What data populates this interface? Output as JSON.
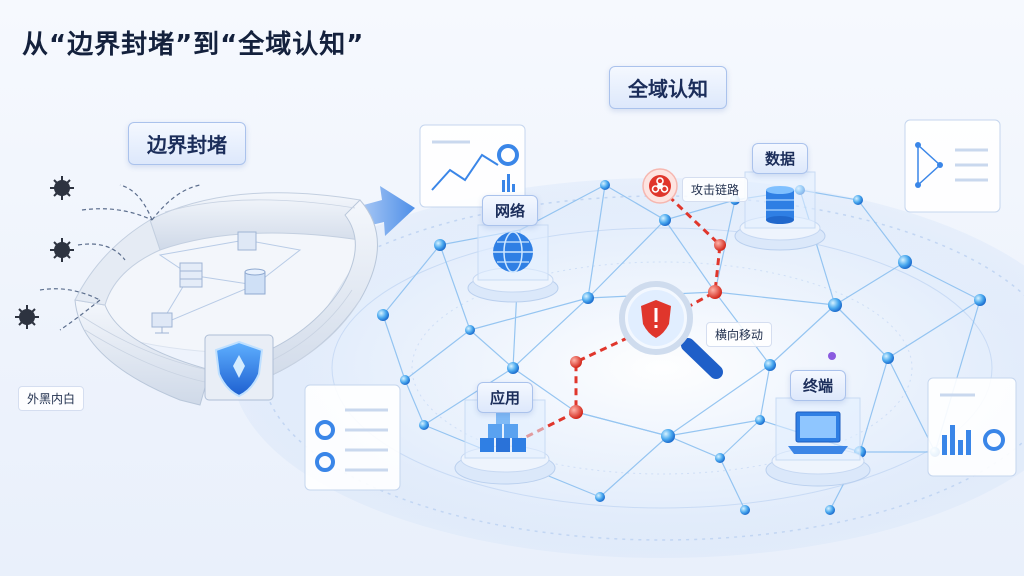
{
  "title": "从“边界封堵”到“全域认知”",
  "left_section": {
    "label": "边界封堵",
    "note": "外黑内白"
  },
  "right_section": {
    "label": "全域认知"
  },
  "nodes": {
    "network": "网络",
    "data": "数据",
    "application": "应用",
    "terminal": "终端"
  },
  "annotations": {
    "attack_chain": "攻击链路",
    "lateral_movement": "横向移动"
  },
  "colors": {
    "primary": "#2a6fe0",
    "accent_red": "#e0362c",
    "text_dark": "#14213d",
    "line_blue": "#7fb4ee"
  },
  "icons": {
    "shield": "shield-icon",
    "virus": "virus-icon",
    "biohazard": "biohazard-icon",
    "globe": "globe-icon",
    "database": "database-icon",
    "cubes": "cubes-icon",
    "laptop": "laptop-icon",
    "magnifier": "magnifier-icon",
    "arrow": "arrow-right-icon"
  }
}
